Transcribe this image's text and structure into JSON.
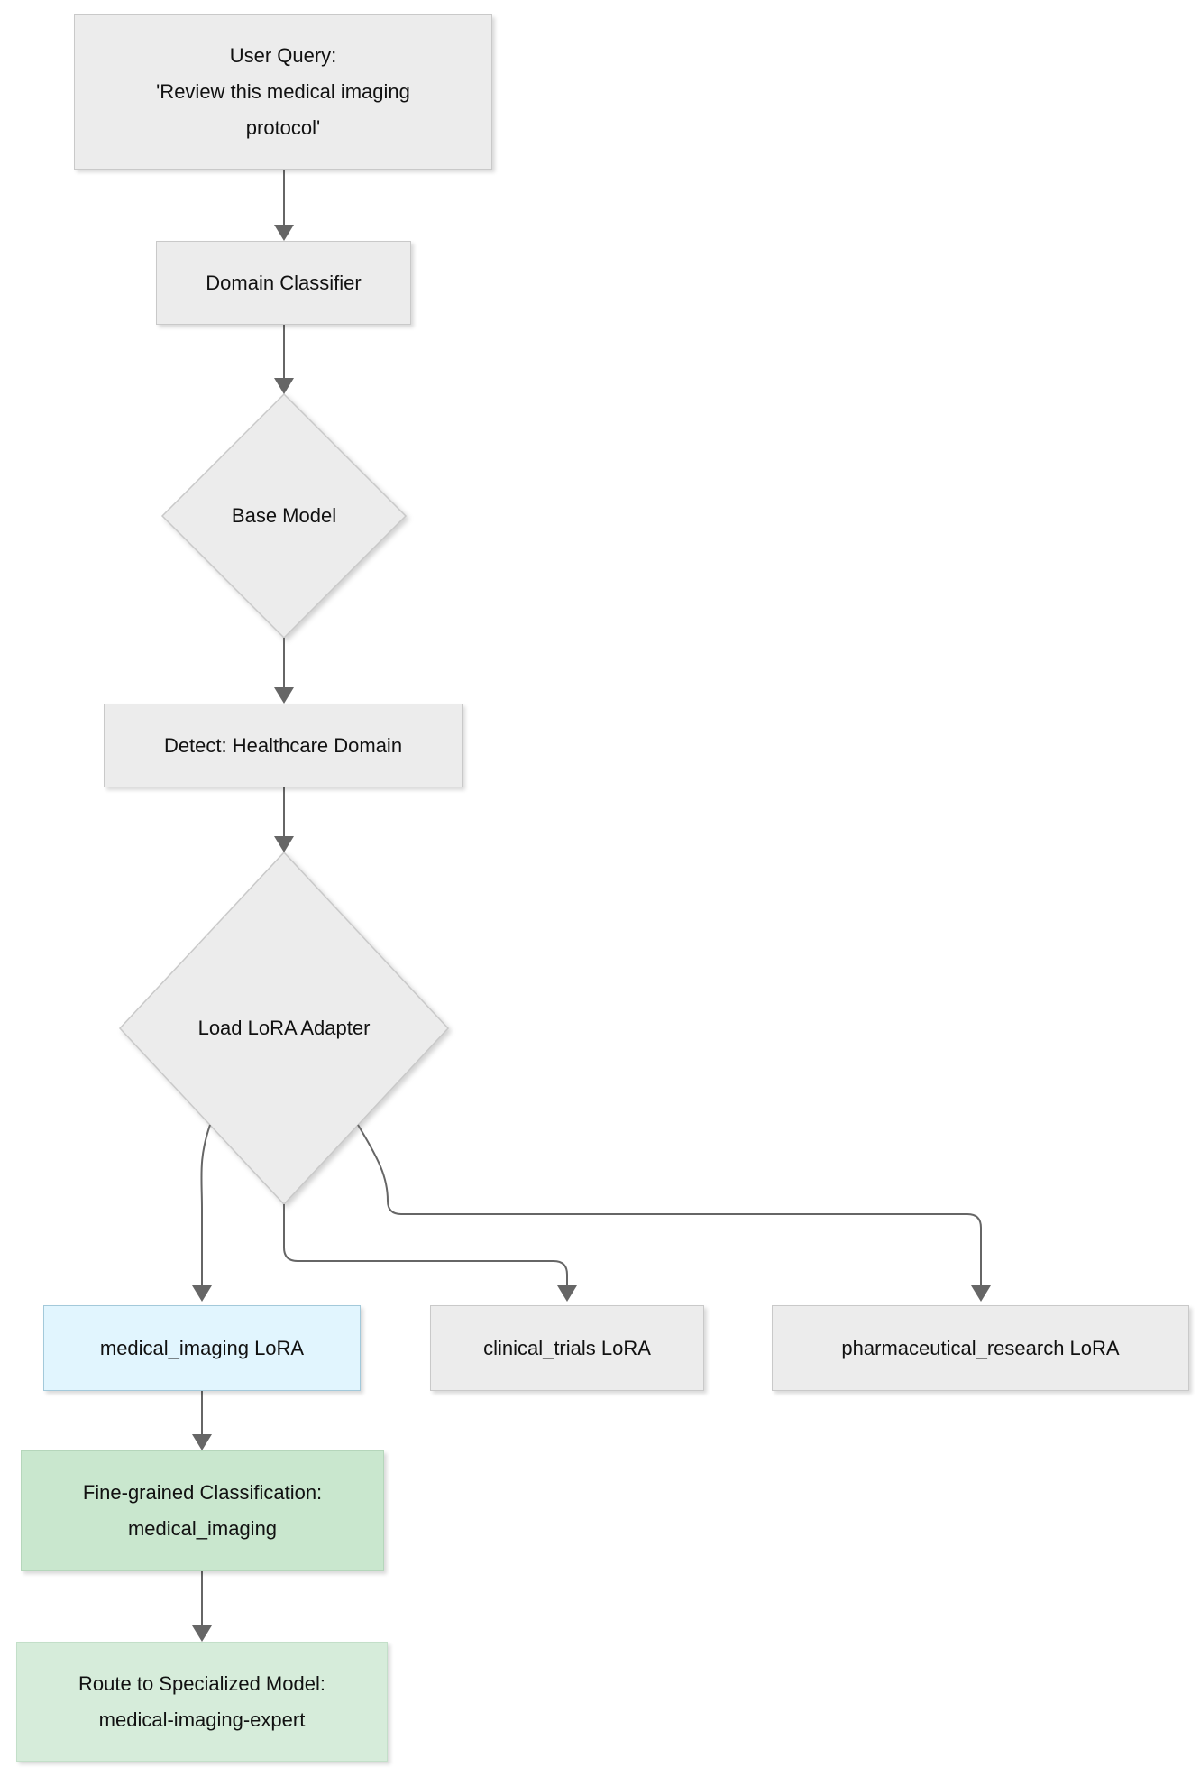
{
  "diagram": {
    "nodes": {
      "user_query": {
        "line1": "User Query:",
        "line2": "'Review this medical imaging",
        "line3": "protocol'"
      },
      "domain_classifier": {
        "label": "Domain Classifier"
      },
      "base_model": {
        "label": "Base Model"
      },
      "detect": {
        "label": "Detect: Healthcare Domain"
      },
      "load_lora": {
        "label": "Load LoRA Adapter"
      },
      "medical_imaging_lora": {
        "label": "medical_imaging LoRA"
      },
      "clinical_trials_lora": {
        "label": "clinical_trials LoRA"
      },
      "pharmaceutical_research_lora": {
        "label": "pharmaceutical_research LoRA"
      },
      "fine_grained": {
        "line1": "Fine-grained Classification:",
        "line2": "medical_imaging"
      },
      "route": {
        "line1": "Route to Specialized Model:",
        "line2": "medical-imaging-expert"
      }
    },
    "colors": {
      "background": "#ffffff",
      "text": "#111111",
      "node_fill": "#ececec",
      "node_border": "#c9c9c9",
      "highlight_blue_fill": "#e1f5fe",
      "highlight_blue_border": "#a3c9da",
      "green1_fill": "#c9e7ce",
      "green1_border": "#b5d6bb",
      "green2_fill": "#d6ecda",
      "green2_border": "#c3dfc9",
      "edge": "#666666"
    }
  }
}
